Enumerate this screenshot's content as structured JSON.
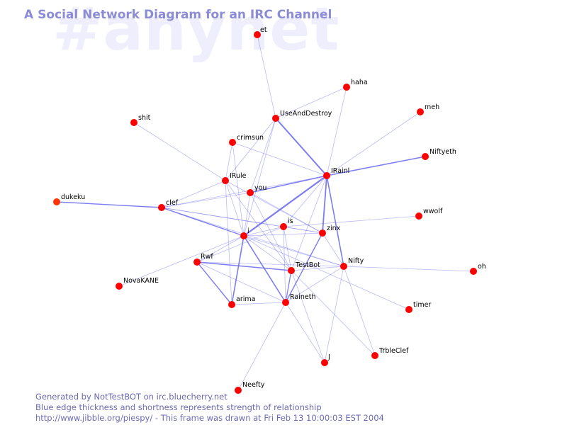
{
  "watermark": "#anynet",
  "title": "A Social Network Diagram for an IRC Channel",
  "footer": {
    "line1": "Generated by NotTestBOT on irc.bluecherry.net",
    "line2": "Blue edge thickness and shortness represents strength of relationship",
    "line3": "http://www.jibble.org/piespy/ - This frame was drawn at Fri Feb 13 10:00:03 EST 2004"
  },
  "colors": {
    "node": "#ff0000",
    "node_orange": "#ff3300",
    "edge": "#6666ee",
    "title": "#8c8cd4",
    "footer": "#6a6ab4",
    "watermark": "#eeeefd"
  },
  "nodes": [
    {
      "id": "et",
      "label": "et"
    },
    {
      "id": "haha",
      "label": "haha"
    },
    {
      "id": "useanddestroy",
      "label": "UseAndDestroy"
    },
    {
      "id": "meh",
      "label": "meh"
    },
    {
      "id": "shit",
      "label": "shit"
    },
    {
      "id": "crimsun",
      "label": "crimsun"
    },
    {
      "id": "niftyeth",
      "label": "Niftyeth"
    },
    {
      "id": "irainl",
      "label": "IRainl"
    },
    {
      "id": "irule",
      "label": "IRule"
    },
    {
      "id": "you",
      "label": "you"
    },
    {
      "id": "dukeku",
      "label": "dukeku"
    },
    {
      "id": "clef",
      "label": "clef"
    },
    {
      "id": "wwolf",
      "label": "wwolf"
    },
    {
      "id": "is",
      "label": "is"
    },
    {
      "id": "zinx",
      "label": "zinx"
    },
    {
      "id": "i",
      "label": "i"
    },
    {
      "id": "rwf",
      "label": "Rwf"
    },
    {
      "id": "testbot",
      "label": "TestBot"
    },
    {
      "id": "nifty",
      "label": "Nifty"
    },
    {
      "id": "oh",
      "label": "oh"
    },
    {
      "id": "novakane",
      "label": "NovaKANE"
    },
    {
      "id": "arima",
      "label": "arima"
    },
    {
      "id": "raineth",
      "label": "Raineth"
    },
    {
      "id": "timer",
      "label": "timer"
    },
    {
      "id": "trbleclef",
      "label": "TrbleClef"
    },
    {
      "id": "j",
      "label": "J"
    },
    {
      "id": "neefty",
      "label": "Neefty"
    }
  ],
  "edges": [
    [
      "et",
      "useanddestroy"
    ],
    [
      "haha",
      "useanddestroy"
    ],
    [
      "haha",
      "irainl"
    ],
    [
      "useanddestroy",
      "irainl"
    ],
    [
      "useanddestroy",
      "irule"
    ],
    [
      "useanddestroy",
      "you"
    ],
    [
      "useanddestroy",
      "i"
    ],
    [
      "meh",
      "irainl"
    ],
    [
      "niftyeth",
      "irainl"
    ],
    [
      "shit",
      "irule"
    ],
    [
      "crimsun",
      "irainl"
    ],
    [
      "crimsun",
      "irule"
    ],
    [
      "crimsun",
      "i"
    ],
    [
      "irainl",
      "you"
    ],
    [
      "irainl",
      "clef"
    ],
    [
      "irainl",
      "i"
    ],
    [
      "irainl",
      "is"
    ],
    [
      "irainl",
      "zinx"
    ],
    [
      "irainl",
      "nifty"
    ],
    [
      "irainl",
      "testbot"
    ],
    [
      "irule",
      "clef"
    ],
    [
      "irule",
      "i"
    ],
    [
      "irule",
      "zinx"
    ],
    [
      "irule",
      "testbot"
    ],
    [
      "irule",
      "arima"
    ],
    [
      "you",
      "clef"
    ],
    [
      "you",
      "i"
    ],
    [
      "you",
      "zinx"
    ],
    [
      "you",
      "testbot"
    ],
    [
      "dukeku",
      "clef"
    ],
    [
      "clef",
      "i"
    ],
    [
      "clef",
      "is"
    ],
    [
      "clef",
      "zinx"
    ],
    [
      "clef",
      "nifty"
    ],
    [
      "wwolf",
      "is"
    ],
    [
      "is",
      "i"
    ],
    [
      "is",
      "zinx"
    ],
    [
      "is",
      "testbot"
    ],
    [
      "is",
      "raineth"
    ],
    [
      "is",
      "rwf"
    ],
    [
      "zinx",
      "i"
    ],
    [
      "zinx",
      "raineth"
    ],
    [
      "zinx",
      "nifty"
    ],
    [
      "i",
      "rwf"
    ],
    [
      "i",
      "testbot"
    ],
    [
      "i",
      "nifty"
    ],
    [
      "i",
      "arima"
    ],
    [
      "i",
      "raineth"
    ],
    [
      "i",
      "novakane"
    ],
    [
      "i",
      "timer"
    ],
    [
      "rwf",
      "testbot"
    ],
    [
      "rwf",
      "arima"
    ],
    [
      "rwf",
      "nifty"
    ],
    [
      "rwf",
      "raineth"
    ],
    [
      "testbot",
      "nifty"
    ],
    [
      "testbot",
      "raineth"
    ],
    [
      "testbot",
      "trbleclef"
    ],
    [
      "testbot",
      "j"
    ],
    [
      "nifty",
      "oh"
    ],
    [
      "nifty",
      "raineth"
    ],
    [
      "nifty",
      "j"
    ],
    [
      "nifty",
      "trbleclef"
    ],
    [
      "raineth",
      "neefty"
    ],
    [
      "raineth",
      "j"
    ],
    [
      "raineth",
      "arima"
    ]
  ],
  "strength": [
    [
      "useanddestroy",
      "irainl",
      2.0
    ],
    [
      "irainl",
      "i",
      2.2
    ],
    [
      "irainl",
      "raineth",
      2.0
    ],
    [
      "irainl",
      "zinx",
      1.8
    ],
    [
      "irainl",
      "nifty",
      1.6
    ],
    [
      "irainl",
      "you",
      1.5
    ],
    [
      "niftyeth",
      "irainl",
      1.6
    ],
    [
      "dukeku",
      "clef",
      1.4
    ],
    [
      "clef",
      "i",
      1.4
    ],
    [
      "i",
      "arima",
      1.6
    ],
    [
      "i",
      "raineth",
      1.6
    ],
    [
      "rwf",
      "testbot",
      1.5
    ],
    [
      "rwf",
      "arima",
      1.4
    ],
    [
      "zinx",
      "raineth",
      1.4
    ],
    [
      "raineth",
      "testbot",
      1.3
    ]
  ]
}
